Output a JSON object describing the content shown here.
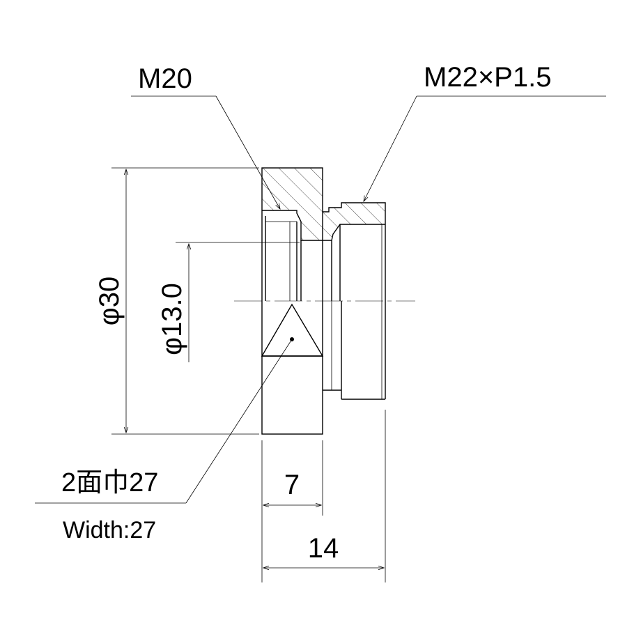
{
  "callouts": {
    "thread_inner": "M20",
    "thread_outer": "M22×P1.5",
    "across_flats_jp": "2面巾27",
    "across_flats_en": "Width:27"
  },
  "dimensions": {
    "outer_diameter": "φ30",
    "bore_diameter": "φ13.0",
    "hex_length": "7",
    "total_length": "14"
  }
}
